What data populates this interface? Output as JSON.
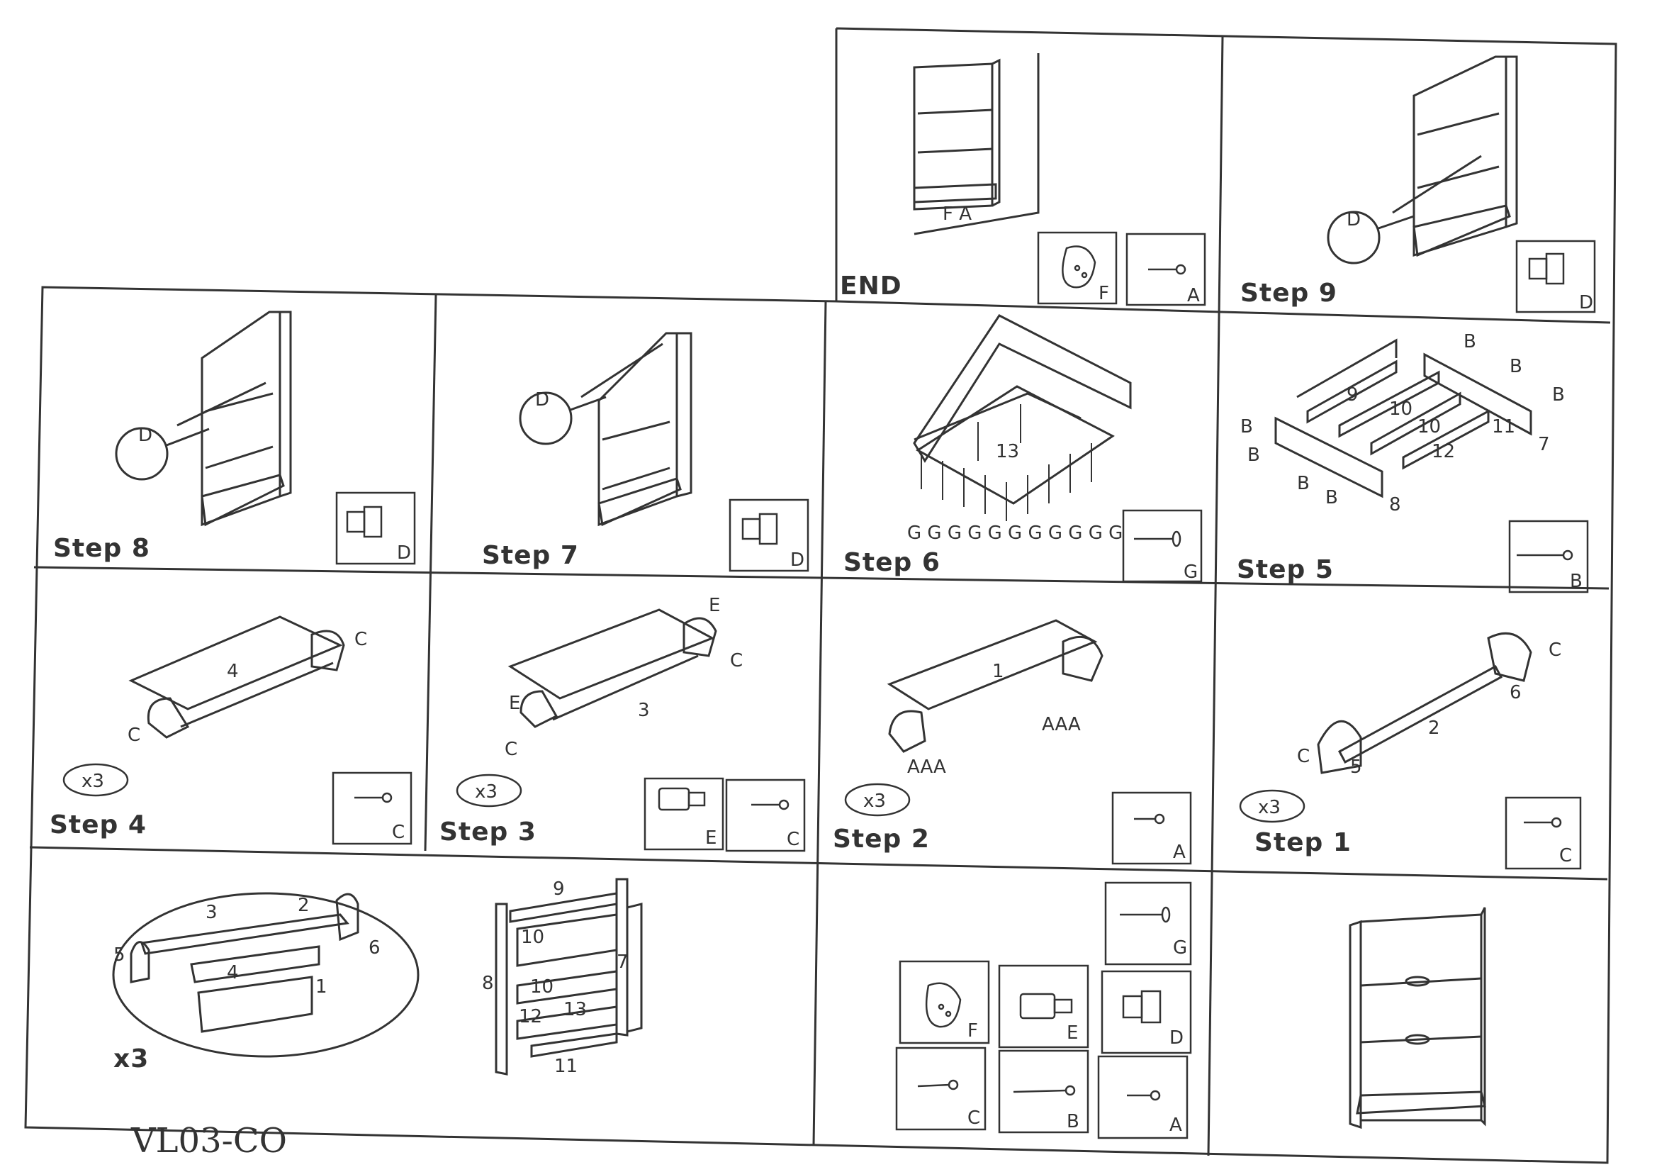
{
  "colors": {
    "ink": "#333333",
    "paper": "#ffffff",
    "light": "#cfcfcf"
  },
  "handwritten_code": "VL03-CO",
  "overview": {
    "parts": {
      "a": "A",
      "b": "B",
      "c": "C",
      "d": "D",
      "e": "E",
      "f": "F",
      "g": "G"
    },
    "numbers": {
      "n1": "1",
      "n2": "2",
      "n3": "3",
      "n4": "4",
      "n5": "5",
      "n6": "6",
      "n7": "7",
      "n8": "8",
      "n9": "9",
      "n10a": "10",
      "n10b": "10",
      "n11": "11",
      "n12": "12",
      "n13": "13"
    },
    "multiplier": "x3"
  },
  "steps": {
    "s1": {
      "title": "Step 1",
      "mult": "x3",
      "part": "C",
      "l2": "2",
      "l5": "5",
      "l6": "6",
      "c1": "C",
      "c2": "C"
    },
    "s2": {
      "title": "Step 2",
      "mult": "x3",
      "part": "A",
      "l1": "1",
      "aaa1": "AAA",
      "aaa2": "AAA"
    },
    "s3": {
      "title": "Step 3",
      "mult": "x3",
      "part1": "C",
      "part2": "E",
      "l3": "3",
      "c1": "C",
      "c2": "C",
      "e1": "E",
      "e2": "E"
    },
    "s4": {
      "title": "Step 4",
      "mult": "x3",
      "part": "C",
      "l4": "4",
      "c1": "C",
      "c2": "C"
    },
    "s5": {
      "title": "Step 5",
      "part": "B",
      "l7": "7",
      "l8": "8",
      "l9": "9",
      "l10a": "10",
      "l10b": "10",
      "l11": "11",
      "l12": "12",
      "b1": "B",
      "b2": "B",
      "b3": "B",
      "b4": "B",
      "b5": "B",
      "b6": "B",
      "b7": "B"
    },
    "s6": {
      "title": "Step 6",
      "part": "G",
      "l13": "13",
      "gs": "G G G G G G G G G G G"
    },
    "s7": {
      "title": "Step 7",
      "part": "D",
      "d": "D"
    },
    "s8": {
      "title": "Step 8",
      "part": "D",
      "d": "D"
    },
    "s9": {
      "title": "Step 9",
      "part": "D",
      "d": "D"
    },
    "end": {
      "title": "END",
      "part1": "A",
      "part2": "F",
      "fa": "F A"
    }
  }
}
